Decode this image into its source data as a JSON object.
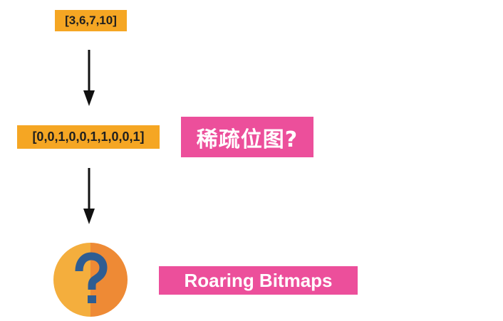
{
  "diagram": {
    "input_array": "[3,6,7,10]",
    "bitmap_array": "[0,0,1,0,0,1,1,0,0,1]",
    "sparse_bitmap_label": "稀疏位图?",
    "roaring_label": "Roaring Bitmaps"
  },
  "colors": {
    "orange_box": "#f5a623",
    "pink_box": "#ec4f9b",
    "arrow": "#111111",
    "icon_left": "#f4ae3d",
    "icon_right": "#ee8a35",
    "icon_mark": "#2e5d92"
  },
  "icons": {
    "question": "question-mark-icon"
  }
}
